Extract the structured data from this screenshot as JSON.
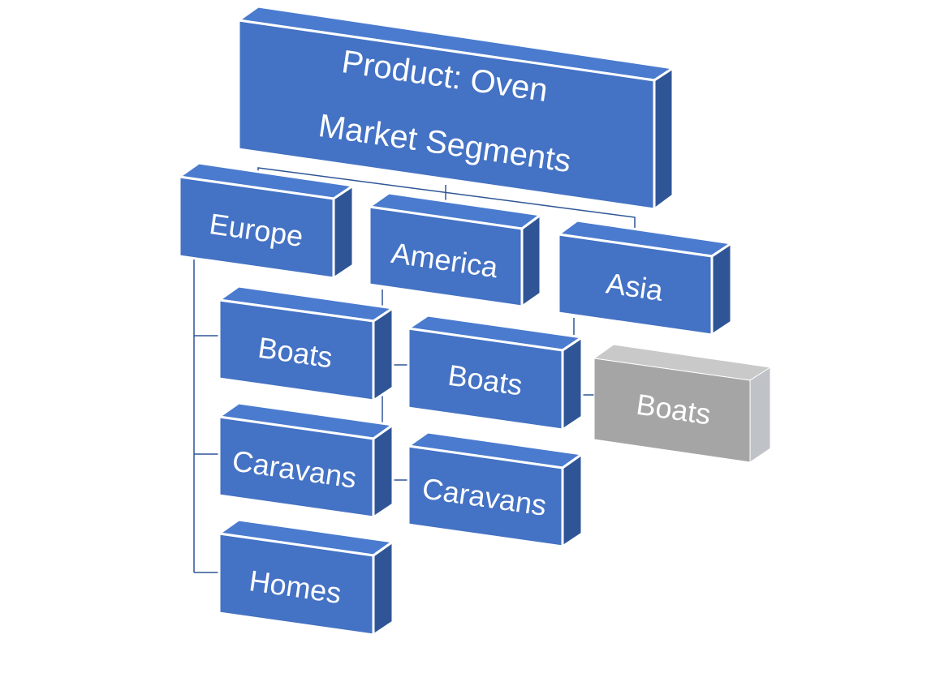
{
  "colors": {
    "box_front": "#4472C4",
    "box_side": "#2F5597",
    "box_top": "#4A7BCF",
    "box_edge": "#ffffff",
    "connector": "#2F5597",
    "highlight_front": "#A5A5A5",
    "highlight_side": "#BFC3C7",
    "highlight_top": "#C9C9C9",
    "text": "#ffffff"
  },
  "diagram": {
    "title_box": {
      "lines": [
        "Product: Oven",
        "Market Segments"
      ]
    },
    "regions": [
      {
        "label": "Europe",
        "segments": [
          "Boats",
          "Caravans",
          "Homes"
        ]
      },
      {
        "label": "America",
        "segments": [
          "Boats",
          "Caravans"
        ]
      },
      {
        "label": "Asia",
        "segments": [
          "Boats"
        ]
      }
    ]
  }
}
